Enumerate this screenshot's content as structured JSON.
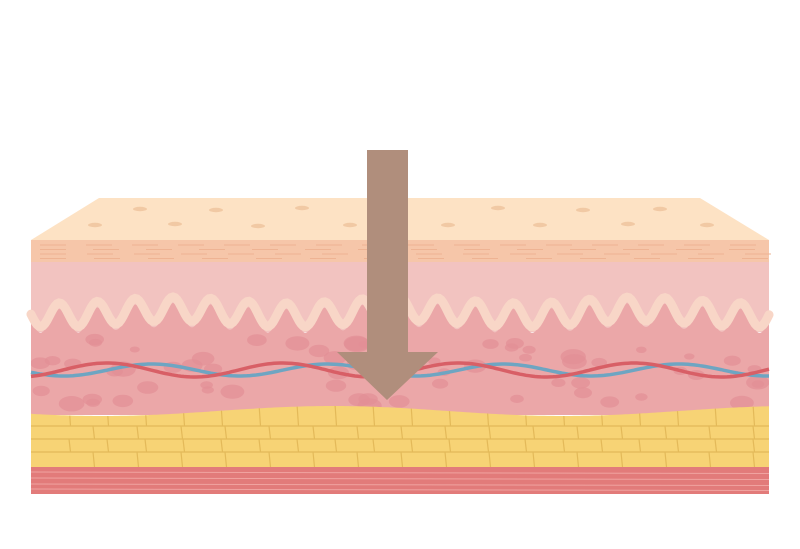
{
  "diagram": {
    "subject": "skin-cross-section",
    "layers": [
      {
        "id": "surface",
        "color": "#fde2c4",
        "pore_color": "#f1c9a4"
      },
      {
        "id": "epidermis",
        "color": "#f6c6a9",
        "line_color": "#eeb393"
      },
      {
        "id": "papillary-dermis",
        "color": "#f2c3c0",
        "wave_color": "#f8d6c7"
      },
      {
        "id": "reticular-dermis",
        "color": "#eba7a8",
        "cell_color": "#e28f95"
      },
      {
        "id": "subcutaneous-fat",
        "color": "#f7d375",
        "grid_color": "#e3b959"
      },
      {
        "id": "muscle",
        "color": "#e27b7a",
        "stripe_color": "#f0a3a0"
      }
    ],
    "blood_vessels": [
      {
        "id": "artery",
        "color": "#d85f66"
      },
      {
        "id": "vein",
        "color": "#6ea5c2"
      }
    ],
    "arrow": {
      "direction": "down",
      "color": "#b08e7c"
    }
  }
}
